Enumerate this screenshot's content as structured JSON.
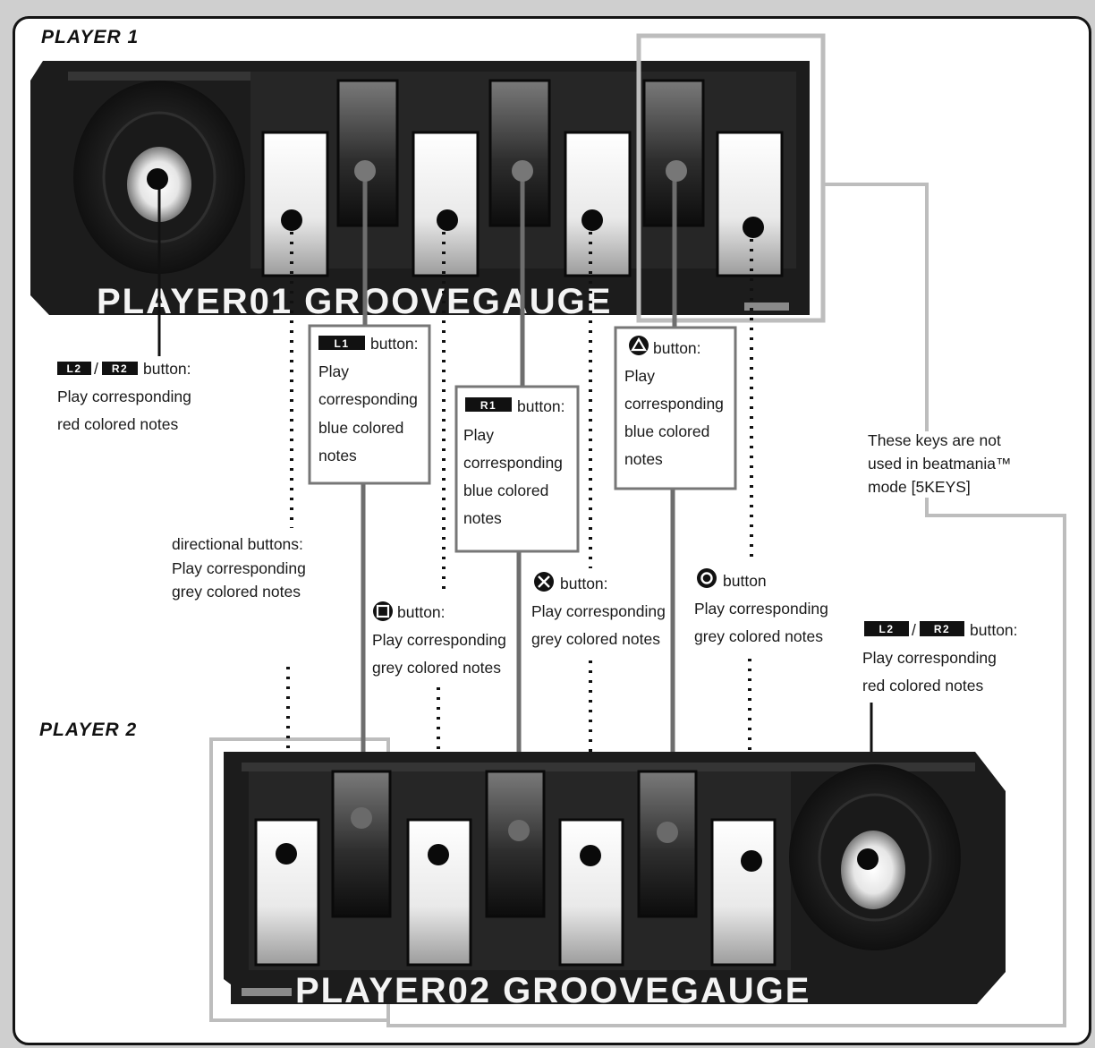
{
  "players": {
    "p1": {
      "label": "PLAYER 1",
      "gauge": "PLAYER01 GROOVEGAUGE"
    },
    "p2": {
      "label": "PLAYER 2",
      "gauge": "PLAYER02 GROOVEGAUGE"
    }
  },
  "callouts": {
    "l2r2_p1": {
      "badge1": "L2",
      "sep": "/",
      "badge2": "R2",
      "suffix": "button:",
      "lines": [
        "Play corresponding",
        "red colored notes"
      ]
    },
    "l1": {
      "badge": "L1",
      "suffix": "button:",
      "lines": [
        "Play",
        "corresponding",
        "blue colored",
        "notes"
      ]
    },
    "r1": {
      "badge": "R1",
      "suffix": "button:",
      "lines": [
        "Play",
        "corresponding",
        "blue colored",
        "notes"
      ]
    },
    "triangle": {
      "icon": "triangle-icon",
      "suffix": "button:",
      "lines": [
        "Play",
        "corresponding",
        "blue colored",
        "notes"
      ]
    },
    "directional": {
      "lines": [
        "directional buttons:",
        "Play corresponding",
        "grey colored notes"
      ]
    },
    "square": {
      "icon": "square-icon",
      "suffix": "button:",
      "lines": [
        "Play corresponding",
        "grey colored notes"
      ]
    },
    "cross": {
      "icon": "cross-icon",
      "suffix": "button:",
      "lines": [
        "Play corresponding",
        "grey colored notes"
      ]
    },
    "circle": {
      "icon": "circle-icon",
      "suffix": "button",
      "lines": [
        "Play corresponding",
        "grey colored notes"
      ]
    },
    "l2r2_p2": {
      "badge1": "L2",
      "sep": "/",
      "badge2": "R2",
      "suffix": "button:",
      "lines": [
        "Play corresponding",
        "red colored notes"
      ]
    },
    "unused": {
      "lines": [
        "These keys are not",
        "used in beatmania™",
        "mode [5KEYS]"
      ]
    }
  },
  "colors": {
    "panel": "#1c1c1c",
    "frame": "#bdbdbd",
    "connector": "#6e6e6e",
    "badge": "#111111"
  }
}
